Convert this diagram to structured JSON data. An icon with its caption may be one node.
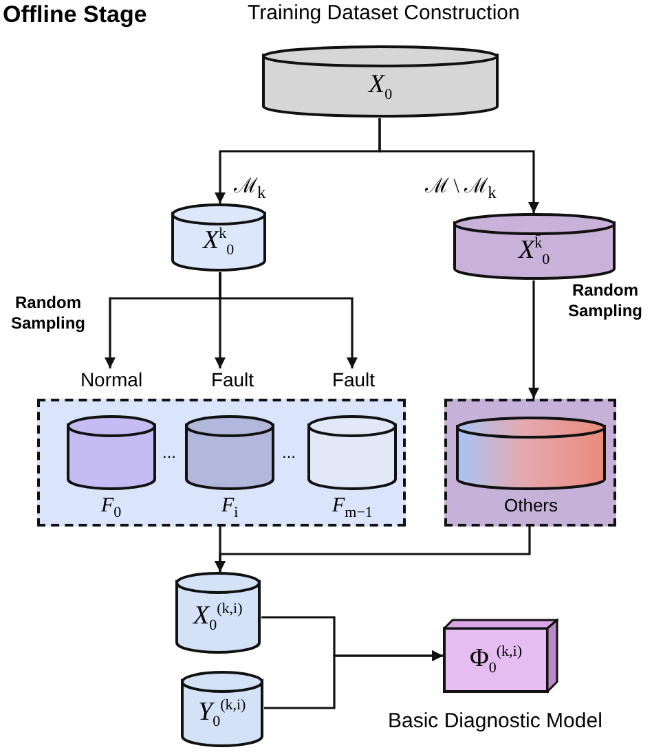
{
  "diagram": {
    "title": "Offline Stage",
    "nodes": [
      {
        "text": [
          "*X*$_{0}$"
        ]
      },
      {
        "text": [
          "*X*$^{k}$$_{0}$"
        ]
      },
      {
        "text": [
          "*X*$^{k̄}$$_{0}$"
        ]
      },
      {
        "text": [
          "Normal"
        ]
      },
      {
        "text": [
          "Fault"
        ]
      },
      {
        "text": [
          "Fault"
        ]
      },
      {
        "text": [],
        "shape": "box"
      },
      {
        "text": [
          "*F*$_{0}$"
        ],
        "in": 6
      },
      {
        "text": [
          "*F*$_{i}$"
        ],
        "in": 6
      },
      {
        "text": [
          "*F*$_{m−1}$"
        ],
        "in": 6
      },
      {
        "text": [],
        "shape": "box"
      },
      {
        "text": [
          "Others"
        ],
        "in": 10
      },
      {
        "text": [
          "*X*$_{0}$$^{(k,i)}$"
        ]
      },
      {
        "text": [
          "*Y*$_{0}$$^{(k,i)}$"
        ]
      },
      {
        "text": [
          "Φ$_{0}$$^{(k,i)}$"
        ],
        "beside": [
          "Basic Diagnostic Model"
        ]
      }
    ],
    "edges": [
      {
        "from": 0,
        "to": 1,
        "arrow": "to",
        "label": "ℳ$_{k}$"
      },
      {
        "from": 0,
        "to": 2,
        "arrow": "to",
        "label": "ℳ \\ ℳ$_{k}$"
      },
      {
        "from": 1,
        "to": 3,
        "arrow": "to"
      },
      {
        "from": 1,
        "to": 4,
        "arrow": "to"
      },
      {
        "from": 1,
        "to": 5,
        "arrow": "to"
      },
      {
        "from": 2,
        "to": 10,
        "arrow": "to",
        "label": "Random Sampling"
      },
      {
        "from": 6,
        "to": 12,
        "arrow": "to"
      },
      {
        "from": 10,
        "to": 12,
        "arrow": "to"
      },
      {
        "from": 12,
        "to": 14,
        "arrow": "to"
      },
      {
        "from": 13,
        "to": 14,
        "arrow": "to"
      }
    ],
    "labels": [
      "Training Dataset Construction",
      "Random Sampling",
      "...",
      "..."
    ]
  }
}
